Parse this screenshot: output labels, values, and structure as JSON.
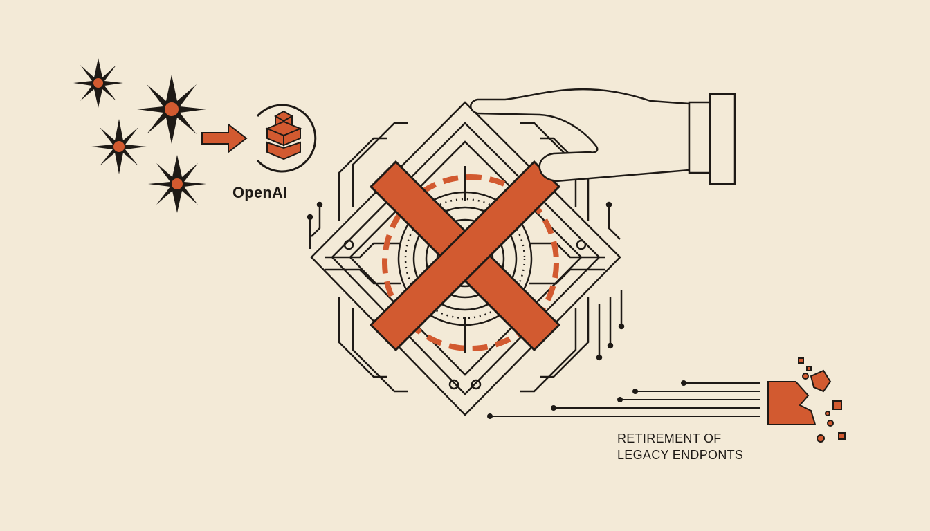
{
  "brand": {
    "name": "OpenAI",
    "logo_icon": "stacked-cubes-icon"
  },
  "caption": {
    "line1": "RETIREMENT OF",
    "line2": "LEGACY ENDPONTS"
  },
  "icons": {
    "sparkles": "sparkle-star-icon",
    "arrow": "arrow-right-icon",
    "chip": "circuit-chip-icon",
    "cross": "x-cross-icon",
    "hand": "hand-icon",
    "debris": "crumbling-block-icon"
  },
  "colors": {
    "background": "#f3ead7",
    "ink": "#1e1a16",
    "accent": "#d25a30"
  }
}
